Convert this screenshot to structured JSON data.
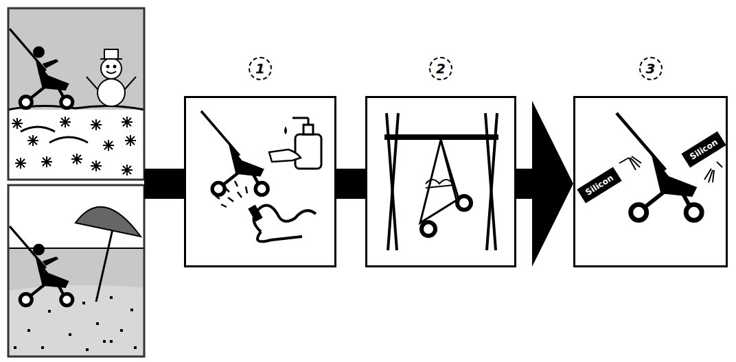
{
  "diagram": {
    "nodes": [
      {
        "text": [
          "1"
        ]
      },
      {
        "text": [
          "2"
        ]
      },
      {
        "text": [
          "3"
        ]
      }
    ],
    "edges": [
      {
        "from": 0,
        "to": 1,
        "arrow": "none"
      },
      {
        "from": 1,
        "to": 2,
        "arrow": "to"
      }
    ],
    "labels": [
      "Silicon",
      "Silicon"
    ]
  }
}
